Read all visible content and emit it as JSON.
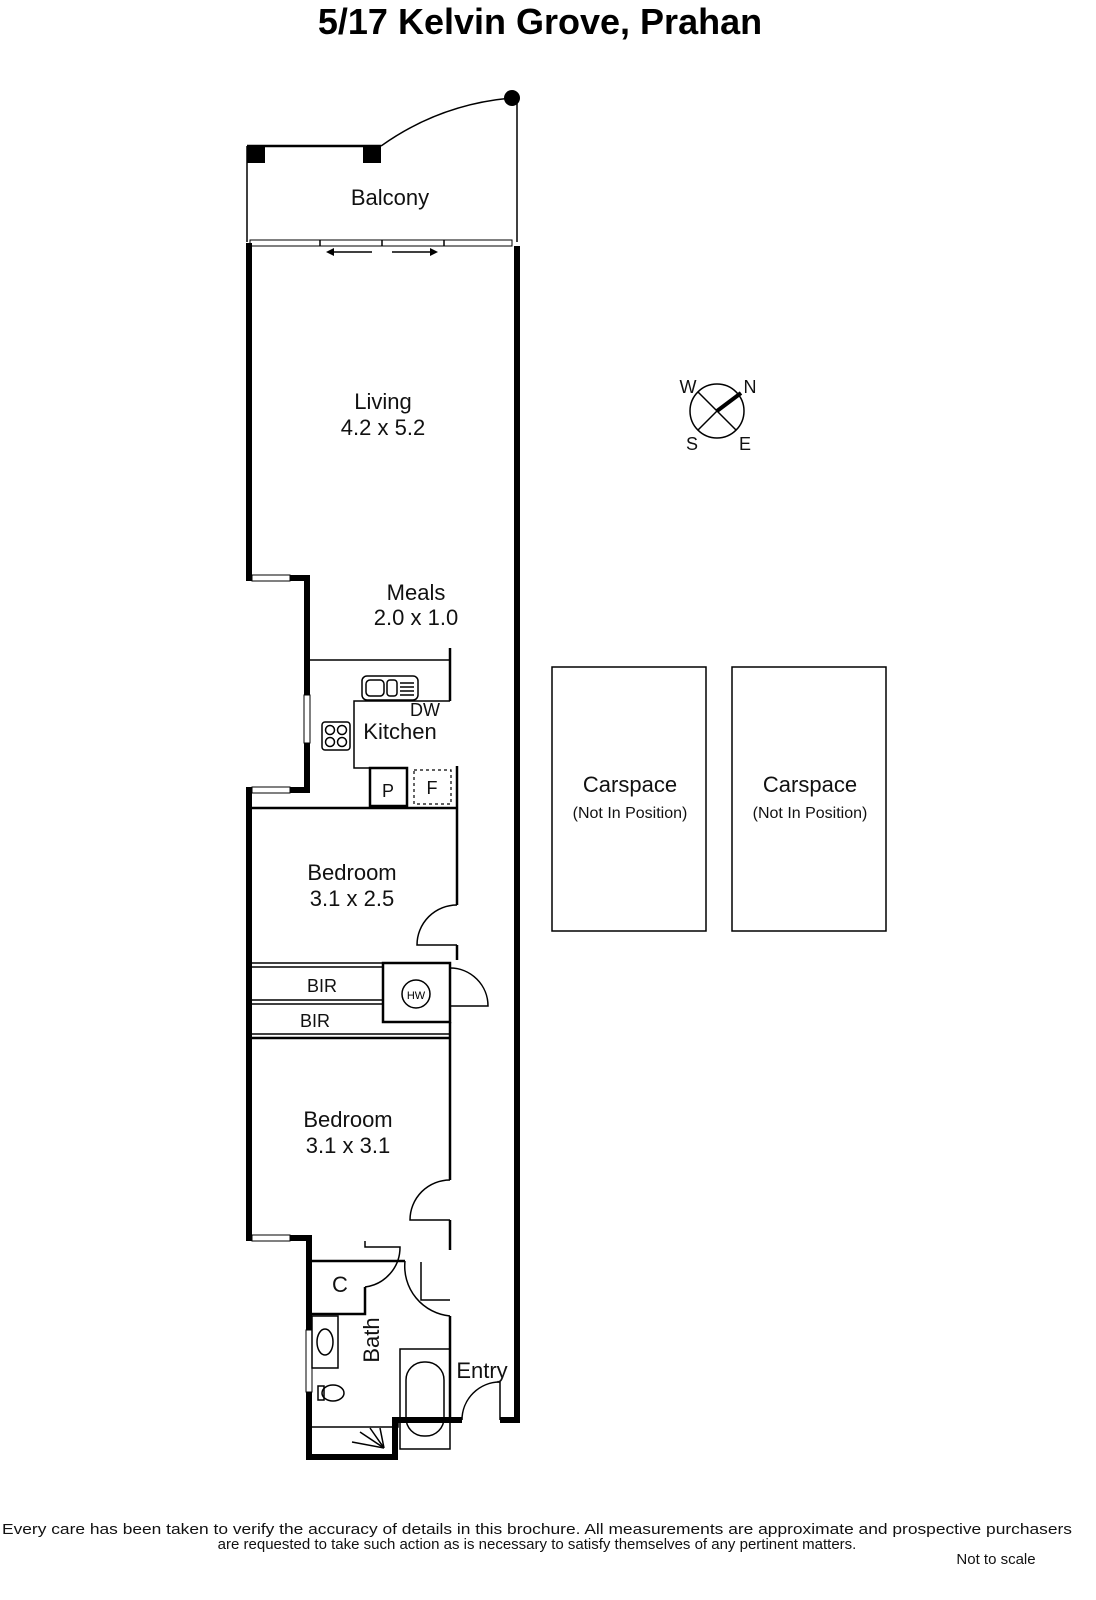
{
  "title": "5/17 Kelvin Grove, Prahan",
  "rooms": {
    "balcony": "Balcony",
    "living": {
      "name": "Living",
      "dims": "4.2 x 5.2"
    },
    "meals": {
      "name": "Meals",
      "dims": "2.0 x 1.0"
    },
    "kitchen": "Kitchen",
    "dw": "DW",
    "pantry": "P",
    "fridge": "F",
    "bedroom1": {
      "name": "Bedroom",
      "dims": "3.1 x 2.5"
    },
    "bir1": "BIR",
    "bir2": "BIR",
    "hw": "HW",
    "bedroom2": {
      "name": "Bedroom",
      "dims": "3.1 x 3.1"
    },
    "cupboard": "C",
    "bath": "Bath",
    "entry": "Entry"
  },
  "carspaces": [
    {
      "name": "Carspace",
      "note": "(Not In Position)"
    },
    {
      "name": "Carspace",
      "note": "(Not In Position)"
    }
  ],
  "compass": {
    "w": "W",
    "n": "N",
    "s": "S",
    "e": "E"
  },
  "footer": {
    "line1": "Every care has been taken to verify the accuracy of details in this brochure.  All measurements are approximate and prospective purchasers",
    "line2": "are requested to take such action as is necessary to satisfy themselves of any pertinent matters.",
    "scale": "Not to scale"
  }
}
